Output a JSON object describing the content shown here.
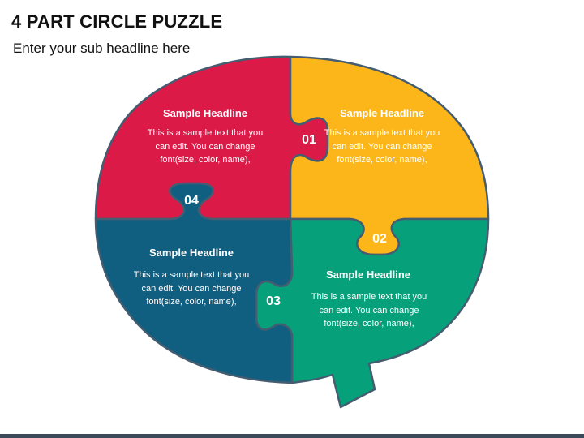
{
  "title": "4 PART CIRCLE PUZZLE",
  "subtitle": "Enter your sub headline here",
  "colors": {
    "red": "#dc1a47",
    "yellow": "#fdb61a",
    "green": "#06a17a",
    "blue": "#115f80",
    "outline": "#455d70"
  },
  "pieces": [
    {
      "number": "01",
      "headline": "Sample Headline",
      "text": "This is a sample text that you can edit. You can change font(size, color, name),",
      "color": "yellow"
    },
    {
      "number": "02",
      "headline": "Sample Headline",
      "text": "This is a sample text that you can edit. You can change font(size, color, name),",
      "color": "green"
    },
    {
      "number": "03",
      "headline": "Sample Headline",
      "text": "This is a sample text that you can edit. You can change font(size, color, name),",
      "color": "blue"
    },
    {
      "number": "04",
      "headline": "Sample Headline",
      "text": "This is a sample text that you can edit. You can change font(size, color, name),",
      "color": "red"
    }
  ]
}
